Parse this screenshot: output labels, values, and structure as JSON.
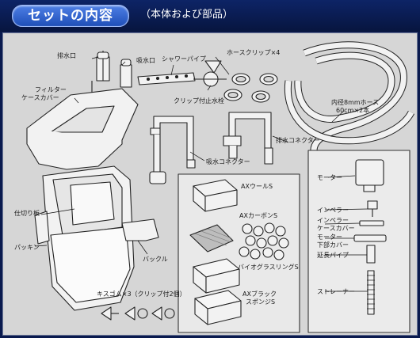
{
  "header": {
    "title": "セットの内容",
    "subtitle": "（本体および部品）"
  },
  "labels": {
    "outlet": "排水口",
    "inlet": "吸水口",
    "shower_pipe": "シャワーパイプ",
    "hose_clip": "ホースクリップ×4",
    "filter_case_cover_1": "フィルター",
    "filter_case_cover_2": "ケースカバー",
    "hose_1": "内径8mmホース",
    "hose_2": "60cm×2本",
    "valve": "クリップ付止水栓",
    "drain_connector": "排水コネクター",
    "intake_connector": "吸水コネクター",
    "divider": "仕切り板",
    "packing": "パッキン",
    "buckle": "バックル",
    "wool": "AXウールS",
    "carbon": "AXカーボンS",
    "bio_ring": "バイオグラスリングS",
    "sponge_1": "AXブラック",
    "sponge_2": "スポンジS",
    "suction_cup": "キスゴム×3（クリップ付2個）",
    "motor": "モーター",
    "impeller": "インペラー",
    "impeller_case_cover_1": "インペラー",
    "impeller_case_cover_2": "ケースカバー",
    "motor_bottom_cover_1": "モーター",
    "motor_bottom_cover_2": "下部カバー",
    "extension_pipe": "延長パイプ",
    "strainer": "ストレーナー"
  },
  "colors": {
    "background": "#0a1a4e",
    "panel": "#d6d6d6",
    "title_pill": "#2d5fd0",
    "part_fill": "#f2f2f2",
    "outline": "#222222"
  }
}
